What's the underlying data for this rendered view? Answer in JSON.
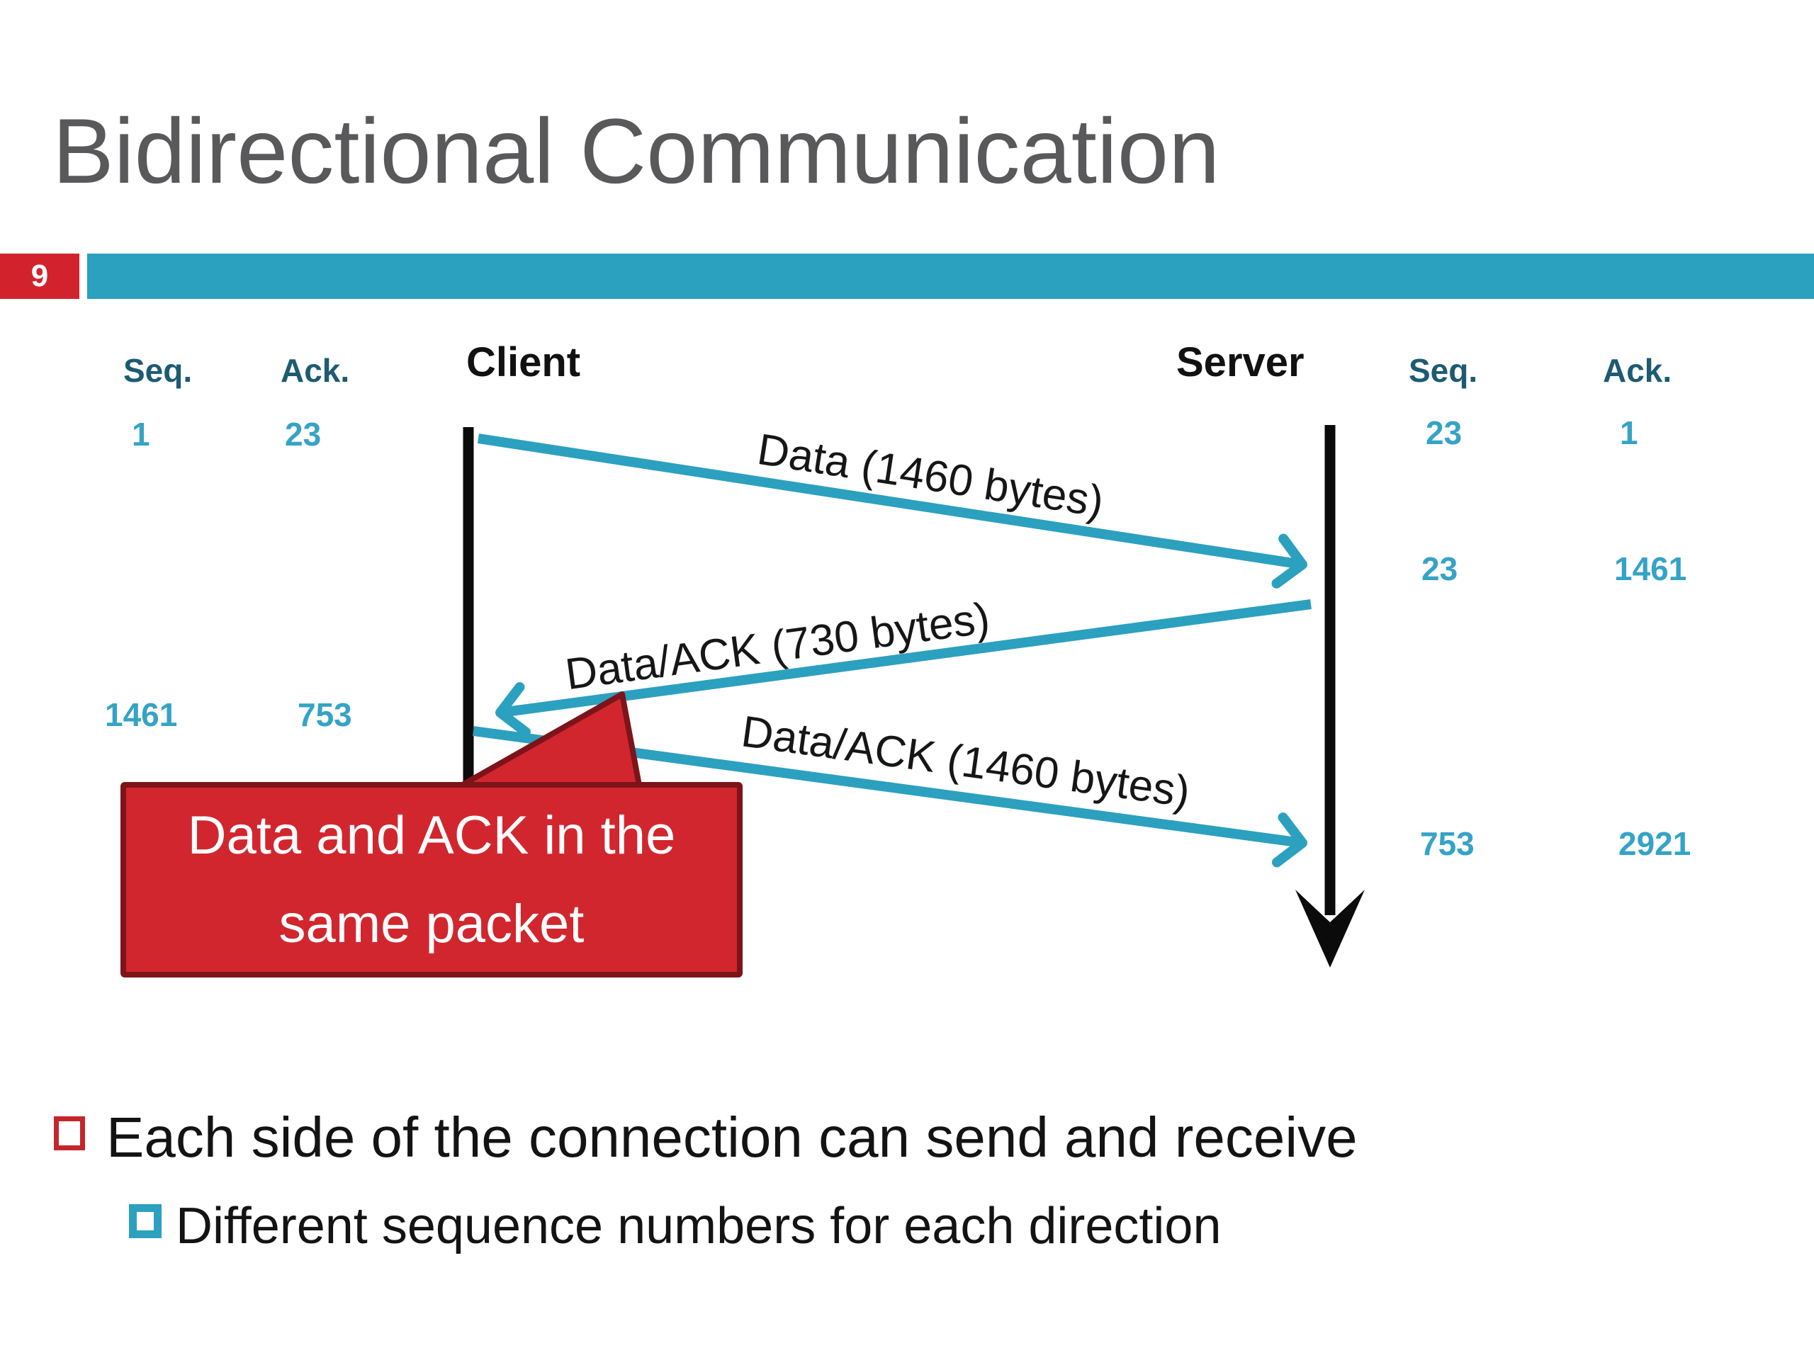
{
  "slide": {
    "number": "9",
    "title": "Bidirectional Communication"
  },
  "actors": {
    "client": "Client",
    "server": "Server"
  },
  "left_panel": {
    "seq_header": "Seq.",
    "ack_header": "Ack.",
    "row1": {
      "seq": "1",
      "ack": "23"
    },
    "row2": {
      "seq": "1461",
      "ack": "753"
    }
  },
  "right_panel": {
    "seq_header": "Seq.",
    "ack_header": "Ack.",
    "row1": {
      "seq": "23",
      "ack": "1"
    },
    "row2": {
      "seq": "23",
      "ack": "1461"
    },
    "row3": {
      "seq": "753",
      "ack": "2921"
    }
  },
  "messages": {
    "m1": {
      "label": "Data (1460 bytes)",
      "from": "client",
      "to": "server"
    },
    "m2": {
      "label": "Data/ACK (730 bytes)",
      "from": "server",
      "to": "client"
    },
    "m3": {
      "label": "Data/ACK (1460 bytes)",
      "from": "client",
      "to": "server"
    }
  },
  "callout": {
    "line1": "Data and ACK in the",
    "line2": "same packet"
  },
  "bullets": {
    "item1": "Each side of the connection can send and receive",
    "item2": "Different sequence numbers for each direction"
  },
  "colors": {
    "teal": "#2CA0BF",
    "teal_dark_header": "#1D5B71",
    "teal_value": "#35A3C6",
    "callout_red": "#D2262E",
    "callout_border": "#7D141A",
    "slide_number_red": "#D2232C",
    "title_gray": "#59595B"
  }
}
